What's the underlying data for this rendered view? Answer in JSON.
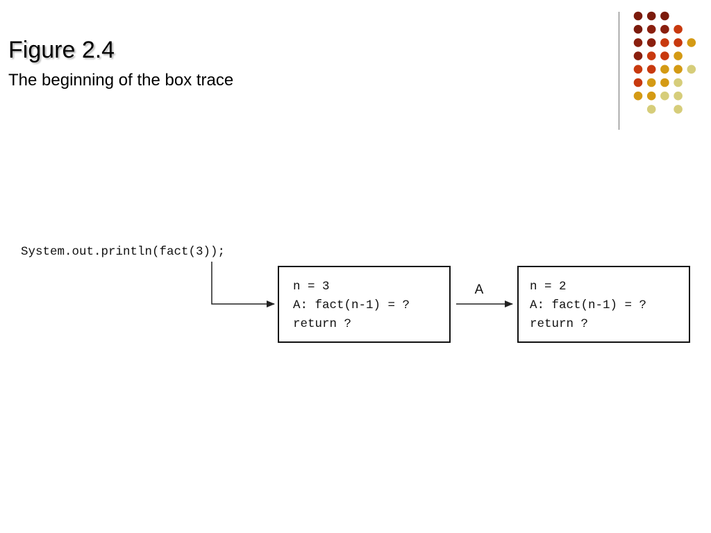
{
  "slide": {
    "title": "Figure 2.4",
    "subtitle": "The beginning of the box trace"
  },
  "decoration": {
    "dot_colors": [
      "#7b1a0c",
      "#8a1f0e",
      "#c8390e",
      "#d49a14",
      "#d6cd7a"
    ]
  },
  "diagram": {
    "call_statement": "System.out.println(fact(3));",
    "arrow_label": "A",
    "boxes": [
      {
        "line1": "n = 3",
        "line2": "A: fact(n-1) = ?",
        "line3": "return ?"
      },
      {
        "line1": "n = 2",
        "line2": "A: fact(n-1) = ?",
        "line3": "return ?"
      }
    ]
  }
}
